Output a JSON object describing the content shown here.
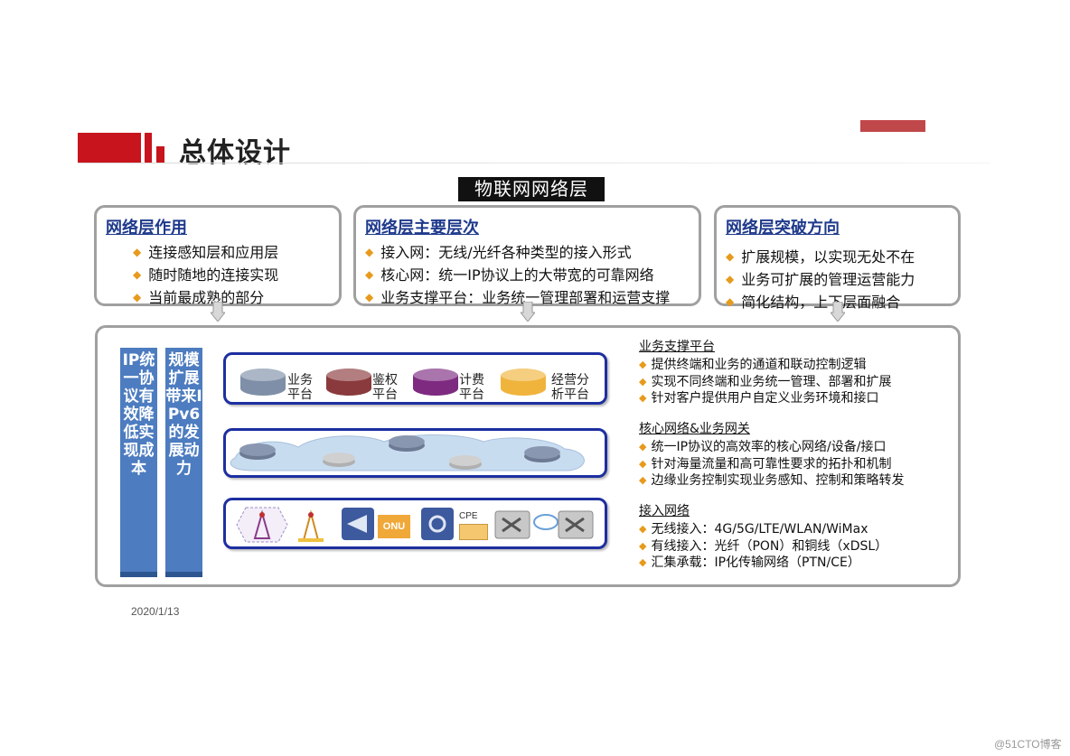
{
  "header": {
    "title": "总体设计"
  },
  "layer_title": "物联网网络层",
  "boxes": [
    {
      "title": "网络层作用",
      "items": [
        "连接感知层和应用层",
        "随时随地的连接实现",
        "当前最成熟的部分"
      ]
    },
    {
      "title": "网络层主要层次",
      "items": [
        "接入网：无线/光纤各种类型的接入形式",
        "核心网：统一IP协议上的大带宽的可靠网络",
        "业务支撑平台：业务统一管理部署和运营支撑"
      ]
    },
    {
      "title": "网络层突破方向",
      "items": [
        "扩展规模，以实现无处不在",
        "业务可扩展的管理运营能力",
        "简化结构，上下层面融合"
      ]
    }
  ],
  "columns": [
    "IP统一协议有效降低实现成本",
    "规模扩展带来IPv6的发展动力"
  ],
  "platforms": [
    {
      "label": "业务平台",
      "color": "#7f8fa8"
    },
    {
      "label": "鉴权平台",
      "color": "#8a3a3c"
    },
    {
      "label": "计费平台",
      "color": "#7d2a80"
    },
    {
      "label": "经营分析平台",
      "color": "#f0b43c"
    }
  ],
  "access_labels": {
    "onu": "ONU",
    "cpe": "CPE"
  },
  "right_sections": [
    {
      "title": "业务支撑平台",
      "items": [
        "提供终端和业务的通道和联动控制逻辑",
        "实现不同终端和业务统一管理、部署和扩展",
        "针对客户提供用户自定义业务环境和接口"
      ]
    },
    {
      "title": "核心网络&业务网关",
      "items": [
        "统一IP协议的高效率的核心网络/设备/接口",
        "针对海量流量和高可靠性要求的拓扑和机制",
        "边缘业务控制实现业务感知、控制和策略转发"
      ]
    },
    {
      "title": "接入网络",
      "items": [
        "无线接入：4G/5G/LTE/WLAN/WiMax",
        "有线接入：光纤（PON）和铜线（xDSL）",
        "汇集承载：IP化传输网络（PTN/CE）"
      ]
    }
  ],
  "date": "2020/1/13",
  "watermark": "@51CTO博客",
  "colors": {
    "red": "#c8141c",
    "blue_title": "#1f3a8c",
    "bullet": "#e79a1c",
    "column": "#4d7cc0",
    "frame": "#1d2fa0"
  }
}
